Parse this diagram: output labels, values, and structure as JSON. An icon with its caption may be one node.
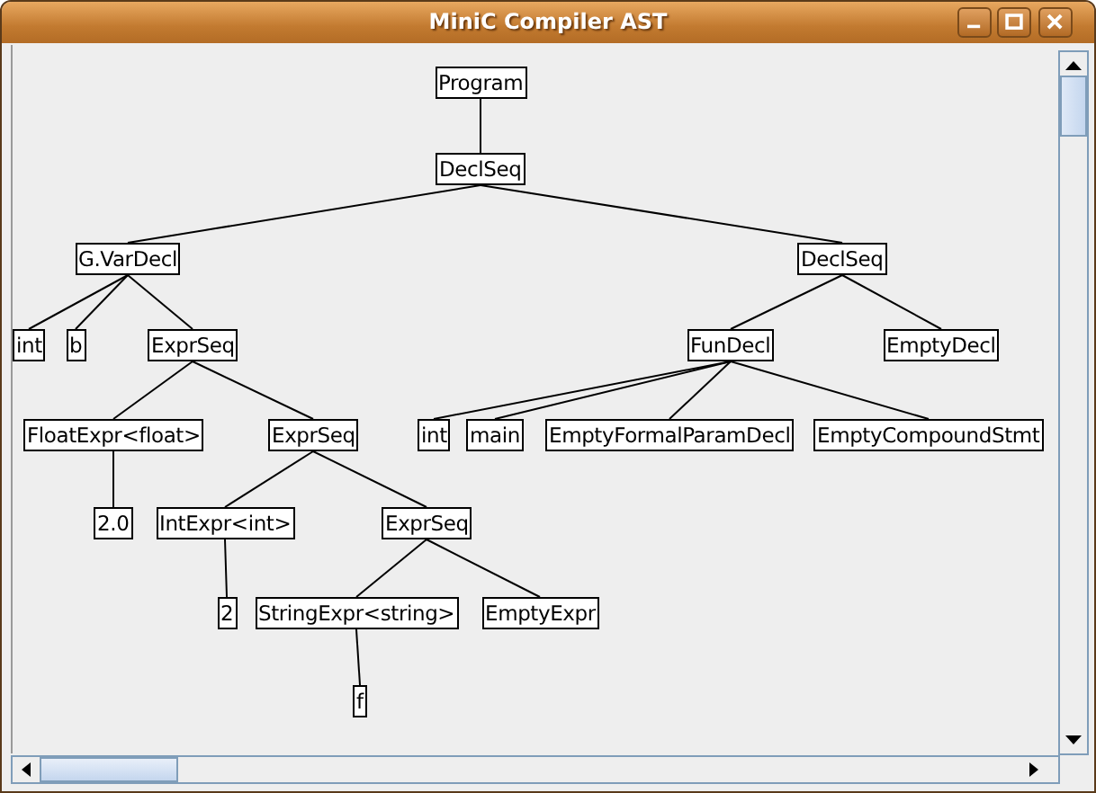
{
  "diagram": {
    "title": "MiniC Compiler AST",
    "nodes": [
      {
        "text": [
          "Program"
        ]
      },
      {
        "text": [
          "DeclSeq"
        ]
      },
      {
        "text": [
          "G.VarDecl"
        ]
      },
      {
        "text": [
          "DeclSeq"
        ]
      },
      {
        "text": [
          "int"
        ]
      },
      {
        "text": [
          "b"
        ]
      },
      {
        "text": [
          "ExprSeq"
        ]
      },
      {
        "text": [
          "FunDecl"
        ]
      },
      {
        "text": [
          "EmptyDecl"
        ]
      },
      {
        "text": [
          "FloatExpr<float>"
        ]
      },
      {
        "text": [
          "ExprSeq"
        ]
      },
      {
        "text": [
          "int"
        ]
      },
      {
        "text": [
          "main"
        ]
      },
      {
        "text": [
          "EmptyFormalParamDecl"
        ]
      },
      {
        "text": [
          "EmptyCompoundStmt"
        ]
      },
      {
        "text": [
          "2.0"
        ]
      },
      {
        "text": [
          "IntExpr<int>"
        ]
      },
      {
        "text": [
          "ExprSeq"
        ]
      },
      {
        "text": [
          "2"
        ]
      },
      {
        "text": [
          "StringExpr<string>"
        ]
      },
      {
        "text": [
          "EmptyExpr"
        ]
      },
      {
        "text": [
          "f"
        ]
      }
    ],
    "edges": [
      {
        "from": 0,
        "to": 1,
        "arrow": "none"
      },
      {
        "from": 1,
        "to": 2,
        "arrow": "none"
      },
      {
        "from": 1,
        "to": 3,
        "arrow": "none"
      },
      {
        "from": 2,
        "to": 4,
        "arrow": "none"
      },
      {
        "from": 2,
        "to": 5,
        "arrow": "none"
      },
      {
        "from": 2,
        "to": 6,
        "arrow": "none"
      },
      {
        "from": 3,
        "to": 7,
        "arrow": "none"
      },
      {
        "from": 3,
        "to": 8,
        "arrow": "none"
      },
      {
        "from": 6,
        "to": 9,
        "arrow": "none"
      },
      {
        "from": 6,
        "to": 10,
        "arrow": "none"
      },
      {
        "from": 7,
        "to": 11,
        "arrow": "none"
      },
      {
        "from": 7,
        "to": 12,
        "arrow": "none"
      },
      {
        "from": 7,
        "to": 13,
        "arrow": "none"
      },
      {
        "from": 7,
        "to": 14,
        "arrow": "none"
      },
      {
        "from": 9,
        "to": 15,
        "arrow": "none"
      },
      {
        "from": 10,
        "to": 16,
        "arrow": "none"
      },
      {
        "from": 10,
        "to": 17,
        "arrow": "none"
      },
      {
        "from": 16,
        "to": 18,
        "arrow": "none"
      },
      {
        "from": 17,
        "to": 19,
        "arrow": "none"
      },
      {
        "from": 17,
        "to": 20,
        "arrow": "none"
      },
      {
        "from": 19,
        "to": 21,
        "arrow": "none"
      }
    ]
  }
}
